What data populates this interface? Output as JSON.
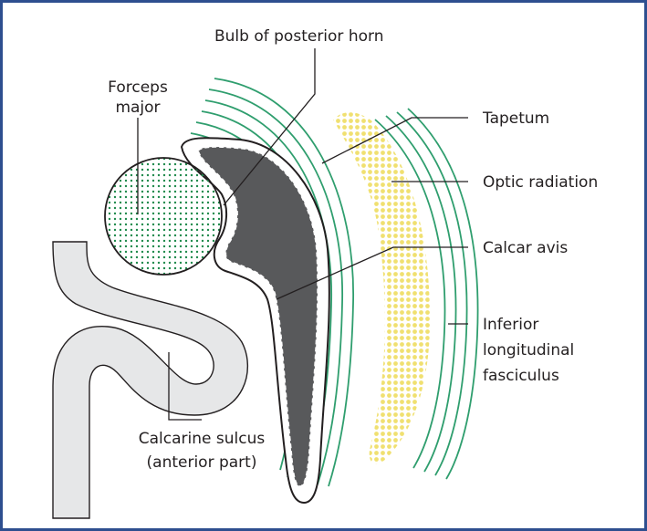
{
  "diagram": {
    "labels": {
      "bulb_of_posterior_horn": "Bulb of posterior horn",
      "forceps_major_line1": "Forceps",
      "forceps_major_line2": "major",
      "tapetum": "Tapetum",
      "optic_radiation": "Optic radiation",
      "calcar_avis": "Calcar avis",
      "ilf_line1": "Inferior",
      "ilf_line2": "longitudinal",
      "ilf_line3": "fasciculus",
      "calcarine_line1": "Calcarine sulcus",
      "calcarine_line2": "(anterior part)"
    },
    "colors": {
      "frame": "#2e4f8f",
      "fiber_green": "#2f9e6e",
      "dot_green": "#1f8a4c",
      "optic_yellow": "#f0e070",
      "ventricle_fill": "#58595b",
      "sulcus_fill": "#e6e7e8",
      "outline": "#231f20"
    }
  }
}
